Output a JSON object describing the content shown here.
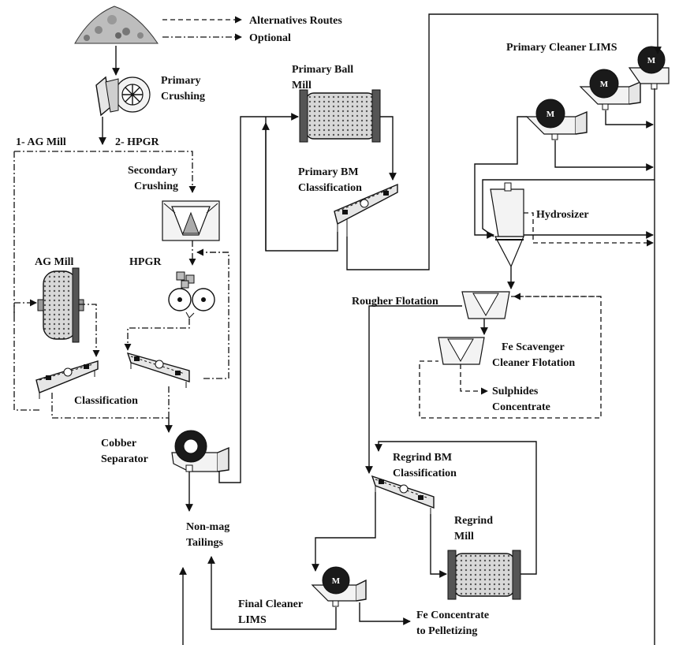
{
  "legend": {
    "alternatives": "Alternatives Routes",
    "optional": "Optional"
  },
  "labels": {
    "primary_crushing_1": "Primary",
    "primary_crushing_2": "Crushing",
    "route_ag": "1- AG Mill",
    "route_hpgr": "2- HPGR",
    "secondary_crushing_1": "Secondary",
    "secondary_crushing_2": "Crushing",
    "ag_mill": "AG Mill",
    "hpgr": "HPGR",
    "classification": "Classification",
    "cobber_1": "Cobber",
    "cobber_2": "Separator",
    "nonmag_1": "Non-mag",
    "nonmag_2": "Tailings",
    "primary_ball_mill_1": "Primary Ball",
    "primary_ball_mill_2": "Mill",
    "primary_bm_class_1": "Primary BM",
    "primary_bm_class_2": "Classification",
    "primary_cleaner_lims": "Primary Cleaner LIMS",
    "hydrosizer": "Hydrosizer",
    "rougher_flotation": "Rougher Flotation",
    "fe_scavenger_1": "Fe Scavenger",
    "fe_scavenger_2": "Cleaner Flotation",
    "sulphides_1": "Sulphides",
    "sulphides_2": "Concentrate",
    "regrind_class_1": "Regrind BM",
    "regrind_class_2": "Classification",
    "regrind_mill_1": "Regrind",
    "regrind_mill_2": "Mill",
    "final_cleaner_1": "Final Cleaner",
    "final_cleaner_2": "LIMS",
    "fe_conc_1": "Fe Concentrate",
    "fe_conc_2": "to Pelletizing"
  },
  "magnet_symbol": "M",
  "colors": {
    "line": "#111111",
    "equipment_fill": "#e6e6e6",
    "magnet_drum": "#1a1a1a"
  }
}
